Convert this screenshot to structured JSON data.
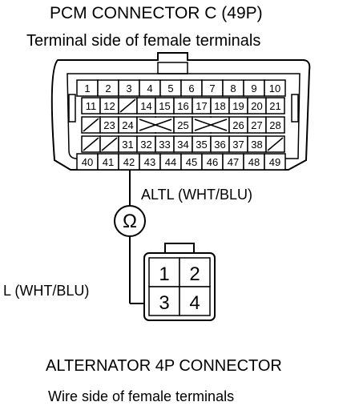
{
  "pcm_connector": {
    "title": "PCM CONNECTOR C (49P)",
    "subtitle": "Terminal side of female terminals",
    "rows": [
      [
        "1",
        "2",
        "3",
        "4",
        "5",
        "6",
        "7",
        "8",
        "9",
        "10"
      ],
      [
        "11",
        "12",
        "",
        "14",
        "15",
        "16",
        "17",
        "18",
        "19",
        "20",
        "21"
      ],
      [
        "",
        "23",
        "24",
        "",
        "",
        "25",
        "",
        "",
        "26",
        "27",
        "28"
      ],
      [
        "",
        "",
        "31",
        "32",
        "33",
        "34",
        "35",
        "36",
        "37",
        "38",
        ""
      ],
      [
        "40",
        "41",
        "42",
        "43",
        "44",
        "45",
        "46",
        "47",
        "48",
        "49"
      ]
    ]
  },
  "meter": {
    "symbol": "Ω"
  },
  "wires": {
    "pcm_label": "ALTL (WHT/BLU)",
    "alt_label": "L (WHT/BLU)"
  },
  "alternator_connector": {
    "title": "ALTERNATOR 4P CONNECTOR",
    "subtitle": "Wire side of female terminals",
    "terminals": [
      "1",
      "2",
      "3",
      "4"
    ]
  },
  "colors": {
    "line": "#000000",
    "background": "#ffffff"
  }
}
